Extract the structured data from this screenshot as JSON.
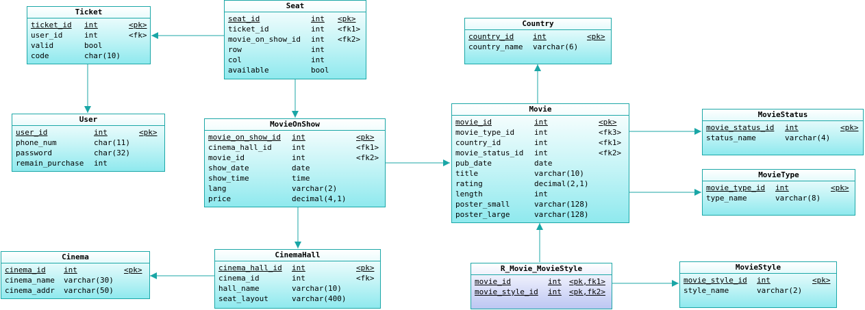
{
  "colors": {
    "border": "#1aa6a6",
    "fill_top": "#ffffff",
    "fill_bottom": "#8fe9ee",
    "assoc_fill": "#bcc6f2"
  },
  "entities": {
    "ticket": {
      "name": "Ticket",
      "columns": [
        {
          "name": "ticket_id",
          "type": "int",
          "key": "<pk>"
        },
        {
          "name": "user_id",
          "type": "int",
          "key": "<fk>"
        },
        {
          "name": "valid",
          "type": "bool",
          "key": ""
        },
        {
          "name": "code",
          "type": "char(10)",
          "key": ""
        }
      ]
    },
    "seat": {
      "name": "Seat",
      "columns": [
        {
          "name": "seat_id",
          "type": "int",
          "key": "<pk>"
        },
        {
          "name": "ticket_id",
          "type": "int",
          "key": "<fk1>"
        },
        {
          "name": "movie_on_show_id",
          "type": "int",
          "key": "<fk2>"
        },
        {
          "name": "row",
          "type": "int",
          "key": ""
        },
        {
          "name": "col",
          "type": "int",
          "key": ""
        },
        {
          "name": "available",
          "type": "bool",
          "key": ""
        }
      ]
    },
    "user": {
      "name": "User",
      "columns": [
        {
          "name": "user_id",
          "type": "int",
          "key": "<pk>"
        },
        {
          "name": "phone_num",
          "type": "char(11)",
          "key": ""
        },
        {
          "name": "password",
          "type": "char(32)",
          "key": ""
        },
        {
          "name": "remain_purchase",
          "type": "int",
          "key": ""
        }
      ]
    },
    "movieonshow": {
      "name": "MovieOnShow",
      "columns": [
        {
          "name": "movie_on_show_id",
          "type": "int",
          "key": "<pk>"
        },
        {
          "name": "cinema_hall_id",
          "type": "int",
          "key": "<fk1>"
        },
        {
          "name": "movie_id",
          "type": "int",
          "key": "<fk2>"
        },
        {
          "name": "show_date",
          "type": "date",
          "key": ""
        },
        {
          "name": "show_time",
          "type": "time",
          "key": ""
        },
        {
          "name": "lang",
          "type": "varchar(2)",
          "key": ""
        },
        {
          "name": "price",
          "type": "decimal(4,1)",
          "key": ""
        }
      ]
    },
    "country": {
      "name": "Country",
      "columns": [
        {
          "name": "country_id",
          "type": "int",
          "key": "<pk>"
        },
        {
          "name": "country_name",
          "type": "varchar(6)",
          "key": ""
        }
      ]
    },
    "movie": {
      "name": "Movie",
      "columns": [
        {
          "name": "movie_id",
          "type": "int",
          "key": "<pk>"
        },
        {
          "name": "movie_type_id",
          "type": "int",
          "key": "<fk3>"
        },
        {
          "name": "country_id",
          "type": "int",
          "key": "<fk1>"
        },
        {
          "name": "movie_status_id",
          "type": "int",
          "key": "<fk2>"
        },
        {
          "name": "pub_date",
          "type": "date",
          "key": ""
        },
        {
          "name": "title",
          "type": "varchar(10)",
          "key": ""
        },
        {
          "name": "rating",
          "type": "decimal(2,1)",
          "key": ""
        },
        {
          "name": "length",
          "type": "int",
          "key": ""
        },
        {
          "name": "poster_small",
          "type": "varchar(128)",
          "key": ""
        },
        {
          "name": "poster_large",
          "type": "varchar(128)",
          "key": ""
        }
      ]
    },
    "moviestatus": {
      "name": "MovieStatus",
      "columns": [
        {
          "name": "movie_status_id",
          "type": "int",
          "key": "<pk>"
        },
        {
          "name": "status_name",
          "type": "varchar(4)",
          "key": ""
        }
      ]
    },
    "movietype": {
      "name": "MovieType",
      "columns": [
        {
          "name": "movie_type_id",
          "type": "int",
          "key": "<pk>"
        },
        {
          "name": "type_name",
          "type": "varchar(8)",
          "key": ""
        }
      ]
    },
    "cinema": {
      "name": "Cinema",
      "columns": [
        {
          "name": "cinema_id",
          "type": "int",
          "key": "<pk>"
        },
        {
          "name": "cinema_name",
          "type": "varchar(30)",
          "key": ""
        },
        {
          "name": "cinema_addr",
          "type": "varchar(50)",
          "key": ""
        }
      ]
    },
    "cinemahall": {
      "name": "CinemaHall",
      "columns": [
        {
          "name": "cinema_hall_id",
          "type": "int",
          "key": "<pk>"
        },
        {
          "name": "cinema_id",
          "type": "int",
          "key": "<fk>"
        },
        {
          "name": "hall_name",
          "type": "varchar(10)",
          "key": ""
        },
        {
          "name": "seat_layout",
          "type": "varchar(400)",
          "key": ""
        }
      ]
    },
    "rmoviestyle": {
      "name": "R_Movie_MovieStyle",
      "columns": [
        {
          "name": "movie_id",
          "type": "int",
          "key": "<pk,fk1>"
        },
        {
          "name": "movie_style_id",
          "type": "int",
          "key": "<pk,fk2>"
        }
      ]
    },
    "moviestyle": {
      "name": "MovieStyle",
      "columns": [
        {
          "name": "movie_style_id",
          "type": "int",
          "key": "<pk>"
        },
        {
          "name": "style_name",
          "type": "varchar(2)",
          "key": ""
        }
      ]
    }
  }
}
